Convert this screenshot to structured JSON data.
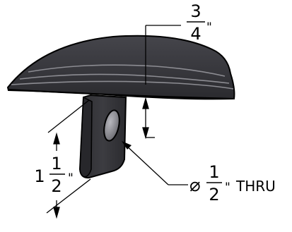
{
  "part": {
    "colors": {
      "body_dark": "#2f2f33",
      "body_mid": "#3d3d42",
      "highlight": "#8c8c92",
      "edge": "#000000",
      "background": "#ffffff"
    }
  },
  "dimensions": {
    "head_thickness": {
      "numerator": "3",
      "denominator": "4",
      "unit": "\""
    },
    "tab_height": {
      "whole": "1",
      "numerator": "1",
      "denominator": "2",
      "unit": "\""
    },
    "hole": {
      "symbol": "⌀",
      "numerator": "1",
      "denominator": "2",
      "unit": "\"",
      "note": "THRU"
    }
  }
}
